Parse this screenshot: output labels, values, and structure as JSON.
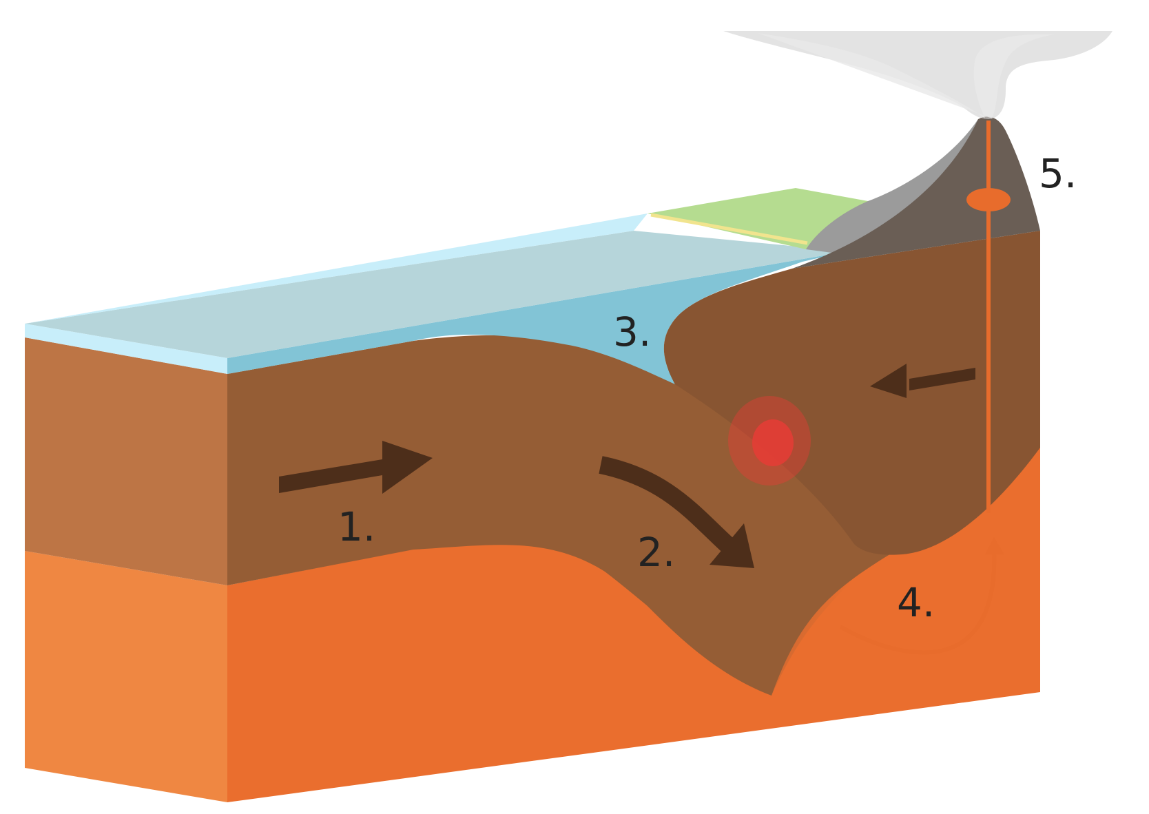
{
  "labels": {
    "step1": "1.",
    "step2": "2.",
    "step3": "3.",
    "step4": "4.",
    "step5": "5."
  },
  "colors": {
    "mantle_front": "#ea6e2e",
    "mantle_side": "#ef8742",
    "oceanic_plate": "#955d35",
    "oceanic_side": "#bd7545",
    "continental_plate": "#885532",
    "volcano_cone": "#6a5e55",
    "volcano_flank": "#9b9b9b",
    "ocean_water": "#82c4d6",
    "ocean_surface": "#b6d5da",
    "ocean_edge": "#c8eefa",
    "land": "#b5dc90",
    "beach": "#f1e48e",
    "arrow": "#4d2e1a",
    "magma": "#e86c2c",
    "earthquake": "#e33d35",
    "ash": "#d0d0d0"
  },
  "icons": {
    "arrow_plate_motion": "arrow-right-icon",
    "arrow_subduction": "curved-arrow-down-icon",
    "arrow_continental": "arrow-left-icon",
    "arrow_magma_rise": "curved-arrow-up-icon",
    "earthquake_focus": "earthquake-focus-icon",
    "magma_chamber": "magma-chamber-icon"
  }
}
